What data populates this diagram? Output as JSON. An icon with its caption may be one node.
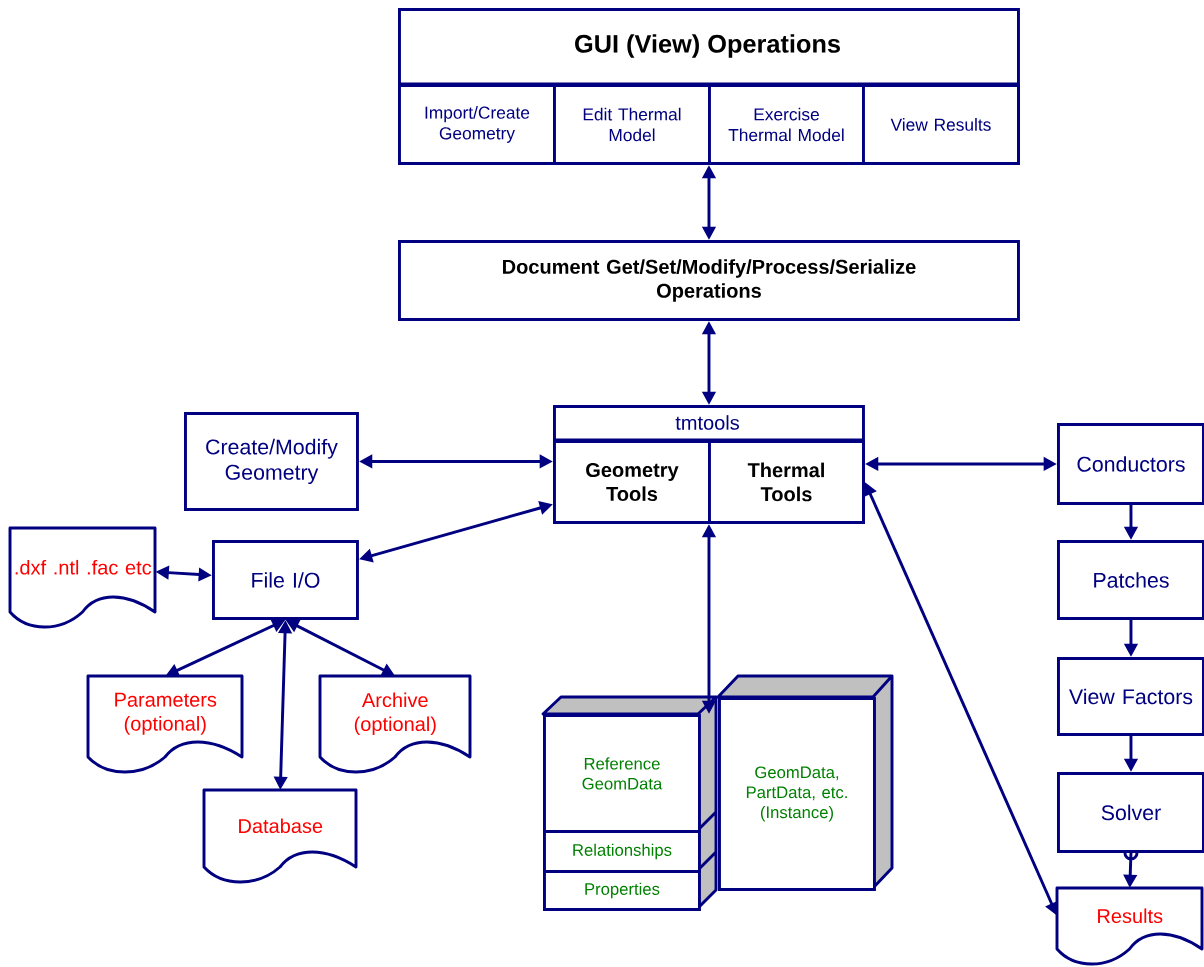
{
  "diagram": {
    "nodes": [
      {
        "text": [
          "GUI (View) Operations"
        ]
      },
      {
        "text": [
          "Import/Create Geometry"
        ],
        "in": 0
      },
      {
        "text": [
          "Edit Thermal Model"
        ],
        "in": 0
      },
      {
        "text": [
          "Exercise Thermal Model"
        ],
        "in": 0
      },
      {
        "text": [
          "View Results"
        ],
        "in": 0
      },
      {
        "text": [
          "Document Get/Set/Modify/Process/Serialize Operations"
        ]
      },
      {
        "text": [
          "tmtools"
        ]
      },
      {
        "text": [
          "Geometry Tools"
        ],
        "in": 6
      },
      {
        "text": [
          "Thermal Tools"
        ],
        "in": 6
      },
      {
        "text": [
          "Create/Modify Geometry"
        ]
      },
      {
        "text": [
          "File I/O"
        ]
      },
      {
        "text": [
          ".dxf .ntl .fac etc"
        ]
      },
      {
        "text": [
          "Parameters (optional)"
        ]
      },
      {
        "text": [
          "Archive (optional)"
        ]
      },
      {
        "text": [
          "Database"
        ]
      },
      {
        "text": [
          "Reference GeomData"
        ]
      },
      {
        "text": [
          "Relationships"
        ]
      },
      {
        "text": [
          "Properties"
        ]
      },
      {
        "text": [
          "GeomData, PartData, etc. (Instance)"
        ]
      },
      {
        "text": [
          "Conductors"
        ]
      },
      {
        "text": [
          "Patches"
        ]
      },
      {
        "text": [
          "View Factors"
        ]
      },
      {
        "text": [
          "Solver"
        ]
      },
      {
        "text": [
          "Results"
        ]
      }
    ],
    "edges": [
      {
        "from": 0,
        "to": 5,
        "arrow": "both"
      },
      {
        "from": 5,
        "to": 6,
        "arrow": "both"
      },
      {
        "from": 9,
        "to": 7,
        "arrow": "both"
      },
      {
        "from": 10,
        "to": 7,
        "arrow": "both"
      },
      {
        "from": 11,
        "to": 10,
        "arrow": "both"
      },
      {
        "from": 10,
        "to": 12,
        "arrow": "both"
      },
      {
        "from": 10,
        "to": 14,
        "arrow": "both"
      },
      {
        "from": 10,
        "to": 13,
        "arrow": "both"
      },
      {
        "from": 6,
        "to": 15,
        "arrow": "both"
      },
      {
        "from": 8,
        "to": 19,
        "arrow": "both"
      },
      {
        "from": 8,
        "to": 23,
        "arrow": "both"
      },
      {
        "from": 19,
        "to": 20,
        "arrow": "to"
      },
      {
        "from": 20,
        "to": 21,
        "arrow": "to"
      },
      {
        "from": 21,
        "to": 22,
        "arrow": "to"
      },
      {
        "from": 22,
        "to": 23,
        "arrow": "to"
      }
    ]
  }
}
